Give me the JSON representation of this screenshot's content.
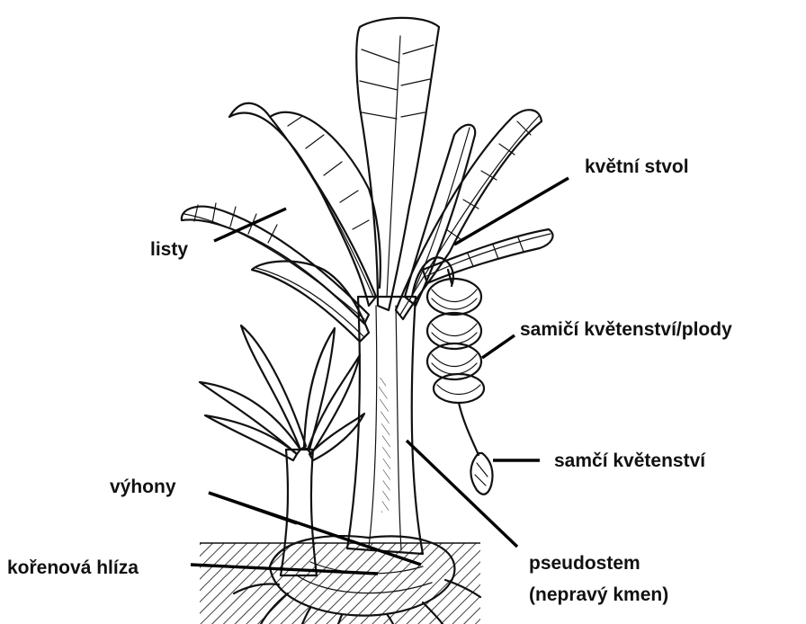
{
  "labels": {
    "flower_stalk": "květní stvol",
    "leaves": "listy",
    "female_inflorescence": "samičí květenství/plody",
    "male_inflorescence": "samčí květenství",
    "shoots": "výhony",
    "rhizome": "kořenová hlíza",
    "pseudostem_line1": "pseudostem",
    "pseudostem_line2": "(nepravý kmen)"
  },
  "colors": {
    "ink": "#111111",
    "background": "#ffffff"
  }
}
